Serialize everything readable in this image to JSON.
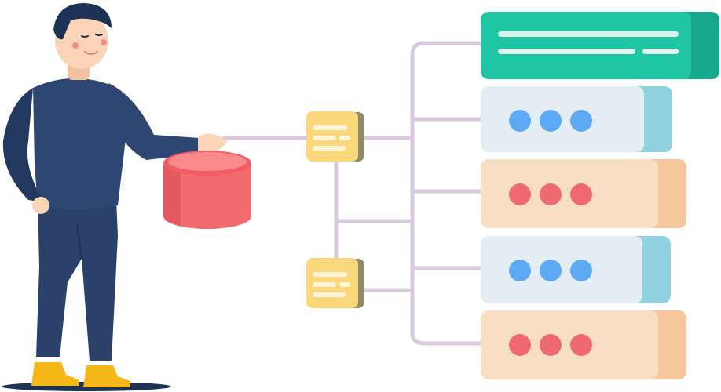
{
  "illustration": {
    "subject": "person-with-database-and-servers",
    "colors": {
      "skin": "#FBD3B7",
      "hair": "#1E3356",
      "sweater": "#2E4672",
      "pants": "#2C416A",
      "shoe": "#F4B81B",
      "ground": "#1E3356",
      "database": "#F26B6E",
      "database_top": "#FB8A8C",
      "connector": "#D9C8DE",
      "card": "#FAD77A",
      "card_side": "#8C8C6B",
      "server_top": "#1EC6A3",
      "server_top_side": "#17A78A",
      "server_blue": "#E4EDF4",
      "server_blue_side": "#91D2E0",
      "server_peach": "#F8DEC2",
      "server_peach_side": "#F6C79C",
      "dot_blue": "#5EA9F4",
      "dot_red": "#EE6A6E"
    },
    "server_rack": [
      {
        "kind": "header-lines"
      },
      {
        "kind": "dots",
        "tone": "blue"
      },
      {
        "kind": "dots",
        "tone": "peach"
      },
      {
        "kind": "dots",
        "tone": "blue"
      },
      {
        "kind": "dots",
        "tone": "peach"
      }
    ]
  }
}
